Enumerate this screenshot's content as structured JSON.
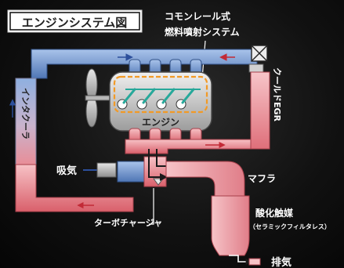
{
  "title": "エンジンシステム図",
  "labels": {
    "common_rail_line1": "コモンレール式",
    "common_rail_line2": "燃料噴射システム",
    "cooled_egr": "クールドEGR",
    "intercooler": "インタクーラ",
    "engine": "エンジン",
    "intake": "吸気",
    "muffler": "マフラ",
    "oxidation_catalyst": "酸化触媒",
    "catalyst_note": "（セラミックフィルタレス）",
    "turbocharger": "ターボチャージャ",
    "exhaust": "排気"
  },
  "colors": {
    "cool_air": "#6f93c9",
    "hot_gas": "#e98a93",
    "fuel_rail": "#f29a26",
    "injector": "#27a89a",
    "flow_arrow": "#1a1a1a"
  }
}
